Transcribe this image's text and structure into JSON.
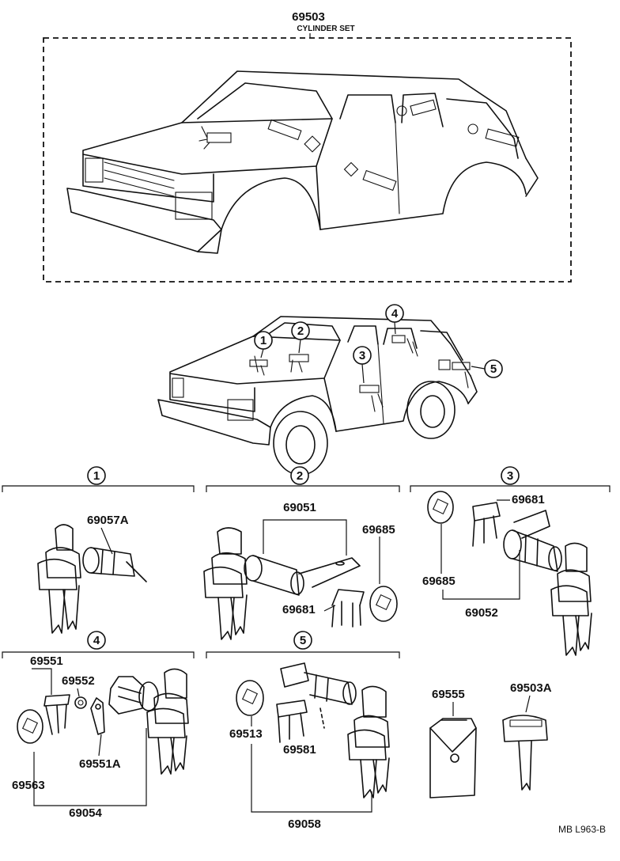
{
  "diagram": {
    "cylinder_set": {
      "part_no": "69503",
      "name": "CYLINDER SET"
    },
    "callouts": [
      "1",
      "2",
      "3",
      "4",
      "5"
    ],
    "section_1": {
      "number": "1",
      "parts": [
        "69057A"
      ]
    },
    "section_2": {
      "number": "2",
      "parts": [
        "69051",
        "69685",
        "69681"
      ]
    },
    "section_3": {
      "number": "3",
      "parts": [
        "69681",
        "69685",
        "69052"
      ]
    },
    "section_4": {
      "number": "4",
      "parts": [
        "69551",
        "69552",
        "69551A",
        "69563",
        "69054"
      ]
    },
    "section_5": {
      "number": "5",
      "parts": [
        "69513",
        "69581",
        "69058"
      ]
    },
    "extras": {
      "key_case": "69555",
      "key_blank": "69503A"
    },
    "footer_code": "MB L963-B"
  }
}
